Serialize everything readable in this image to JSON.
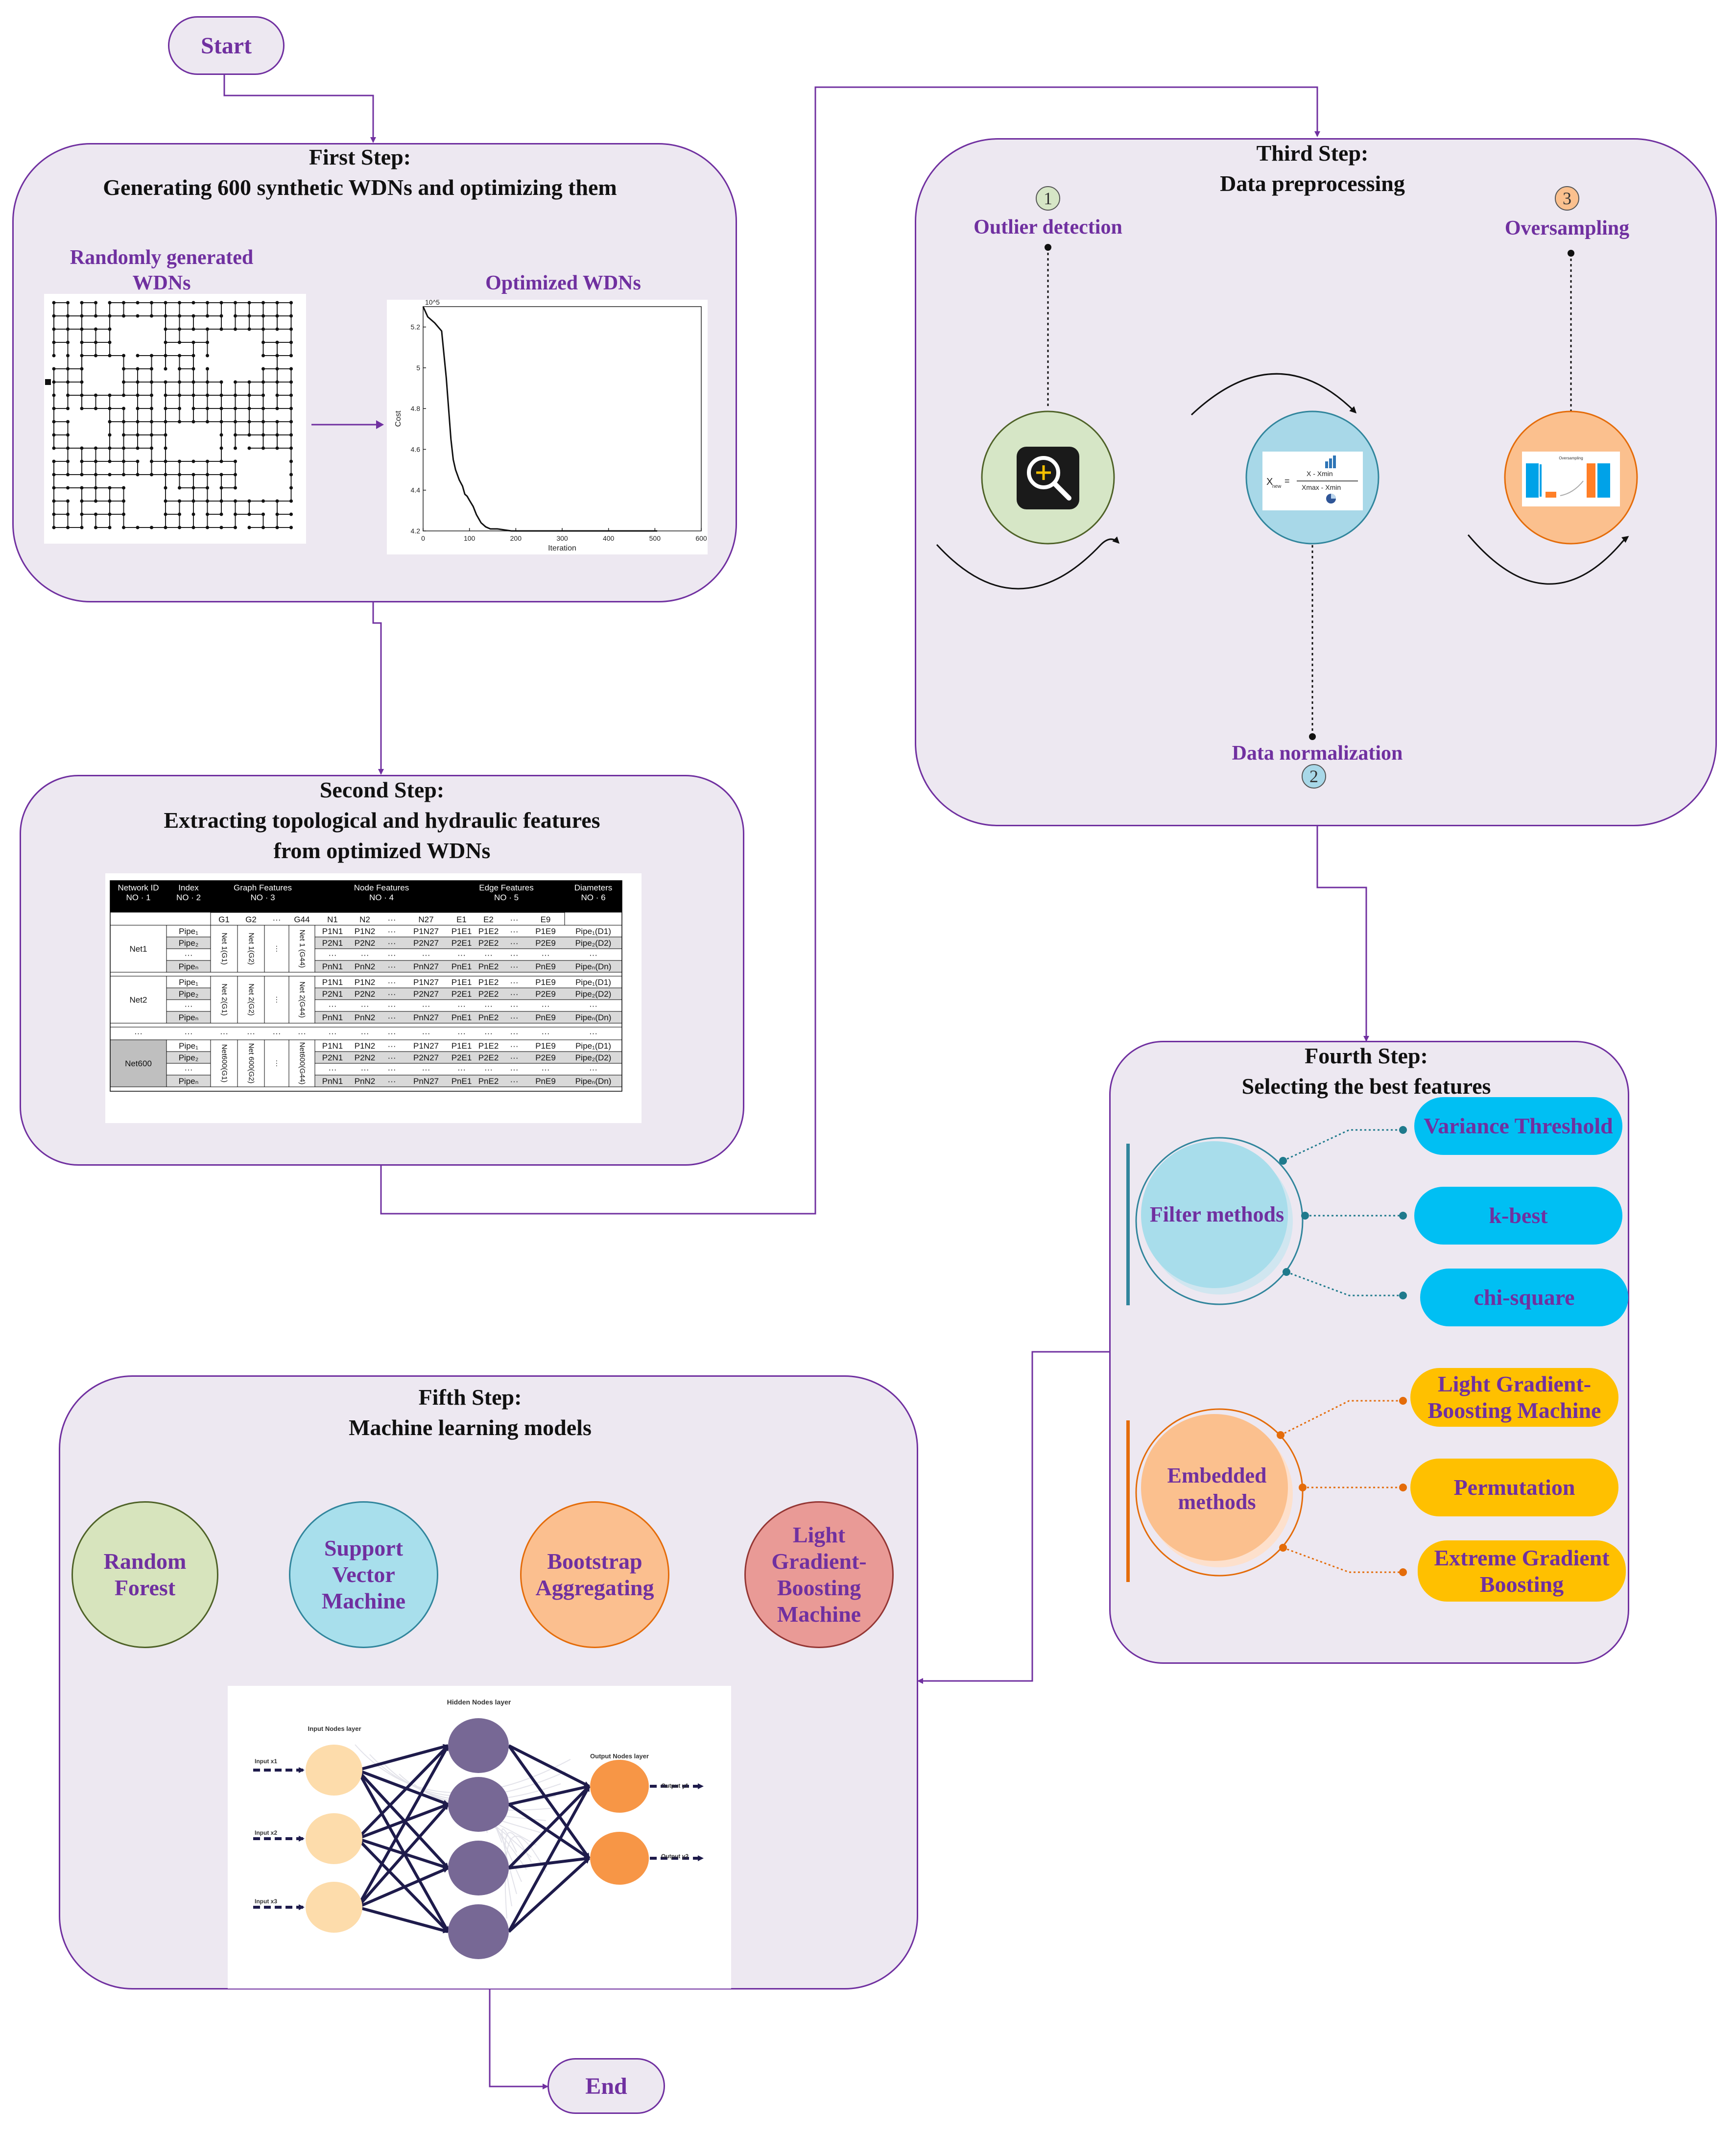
{
  "start": "Start",
  "end": "End",
  "step1": {
    "title_line1": "First Step:",
    "title_line2": "Generating 600 synthetic WDNs and optimizing them",
    "left_label": "Randomly generated WDNs",
    "right_label": "Optimized WDNs",
    "chart_data": {
      "type": "line",
      "title": "",
      "xlabel": "Iteration",
      "ylabel": "Cost",
      "y_multiplier": "10^5",
      "xlim": [
        0,
        600
      ],
      "ylim": [
        4.2,
        5.3
      ],
      "x_ticks": [
        "0",
        "100",
        "200",
        "300",
        "400",
        "500",
        "600"
      ],
      "y_ticks": [
        "4.2",
        "4.4",
        "4.6",
        "4.8",
        "5",
        "5.2"
      ],
      "series": [
        {
          "x": [
            0,
            10,
            25,
            40,
            50,
            55,
            60,
            65,
            70,
            78,
            85,
            90,
            95,
            100,
            108,
            115,
            125,
            135,
            145,
            160,
            175,
            190,
            200,
            250,
            300,
            400,
            505
          ],
          "y": [
            5.3,
            5.25,
            5.22,
            5.18,
            4.95,
            4.8,
            4.65,
            4.55,
            4.5,
            4.45,
            4.42,
            4.38,
            4.37,
            4.35,
            4.32,
            4.28,
            4.24,
            4.22,
            4.21,
            4.21,
            4.205,
            4.2,
            4.2,
            4.2,
            4.2,
            4.2,
            4.2
          ]
        }
      ]
    }
  },
  "step2": {
    "title_line1": "Second Step:",
    "title_line2": "Extracting topological and hydraulic features",
    "title_line3": "from optimized WDNs",
    "table": {
      "head1": [
        "Network ID",
        "Index",
        "Graph Features",
        "Node Features",
        "Edge Features",
        "Diameters"
      ],
      "head2": [
        "NO · 1",
        "NO · 2",
        "NO · 3",
        "NO · 4",
        "NO · 5",
        "NO · 6"
      ],
      "subhead": [
        "G1",
        "G2",
        "···",
        "G44",
        "N1",
        "N2",
        "···",
        "N27",
        "E1",
        "E2",
        "···",
        "E9"
      ],
      "nets": [
        "Net1",
        "Net2",
        "···",
        "Net600"
      ],
      "pipes": [
        "Pipe₁",
        "Pipe₂",
        "···",
        "Pipeₙ"
      ],
      "row1": [
        "P1N1",
        "P1N2",
        "···",
        "P1N27",
        "P1E1",
        "P1E2",
        "···",
        "P1E9",
        "Pipe₁(D1)"
      ],
      "row2": [
        "P2N1",
        "P2N2",
        "···",
        "P2N27",
        "P2E1",
        "P2E2",
        "···",
        "P2E9",
        "Pipe₂(D2)"
      ],
      "row3": [
        "···",
        "···",
        "···",
        "···",
        "···",
        "···",
        "···",
        "···",
        "···"
      ],
      "row4": [
        "PnN1",
        "PnN2",
        "···",
        "PnN27",
        "PnE1",
        "PnE2",
        "···",
        "PnE9",
        "Pipeₙ(Dn)"
      ],
      "vert1": [
        "Net 1(G1)",
        "Net 1(G2)",
        "···",
        "Net 1 (G44)"
      ],
      "vert2": [
        "Net 2(G1)",
        "Net 2(G2)",
        "···",
        "Net 2(G44)"
      ],
      "vert600": [
        "Net600(G1)",
        "Net 600(G2)",
        "···",
        "Net600(G44)"
      ]
    }
  },
  "step3": {
    "title_line1": "Third Step:",
    "title_line2": "Data preprocessing",
    "items": [
      {
        "num": "1",
        "label": "Outlier detection"
      },
      {
        "num": "2",
        "label": "Data normalization"
      },
      {
        "num": "3",
        "label": "Oversampling"
      }
    ],
    "formula_x": "X",
    "formula_new": "new",
    "formula_num": "X - Xmin",
    "formula_den": "Xmax - Xmin",
    "oversampling_caption": "Oversampling",
    "colors": {
      "green": "#d6e6c6",
      "blue": "#a8d8e8",
      "orange": "#fbc08e"
    }
  },
  "step4": {
    "title_line1": "Fourth Step:",
    "title_line2": "Selecting the best features",
    "filter": {
      "label": "Filter methods",
      "items": [
        "Variance Threshold",
        "k-best",
        "chi-square"
      ],
      "color": "#00bff3"
    },
    "embedded": {
      "label_line1": "Embedded",
      "label_line2": "methods",
      "items": [
        "Light Gradient-Boosting Machine",
        "Permutation",
        "Extreme Gradient Boosting"
      ],
      "color": "#ffc000"
    }
  },
  "step5": {
    "title_line1": "Fifth Step:",
    "title_line2": "Machine learning models",
    "models": [
      {
        "label": "Random Forest",
        "color": "#d7e4bd",
        "border": "#4f6228"
      },
      {
        "label": "Support Vector Machine",
        "color": "#a8dfec",
        "border": "#31859c"
      },
      {
        "label": "Bootstrap Aggregating",
        "color": "#fbbf8f",
        "border": "#e46c0a"
      },
      {
        "label": "Light Gradient-Boosting Machine",
        "color": "#e99a96",
        "border": "#943634"
      }
    ],
    "nn": {
      "hidden_label": "Hidden Nodes layer",
      "input_label": "Input Nodes layer",
      "output_label": "Output Nodes layer",
      "inputs": [
        "Input x1",
        "Input x2",
        "Input x3"
      ],
      "outputs": [
        "Output y1",
        "Output y2"
      ]
    }
  }
}
